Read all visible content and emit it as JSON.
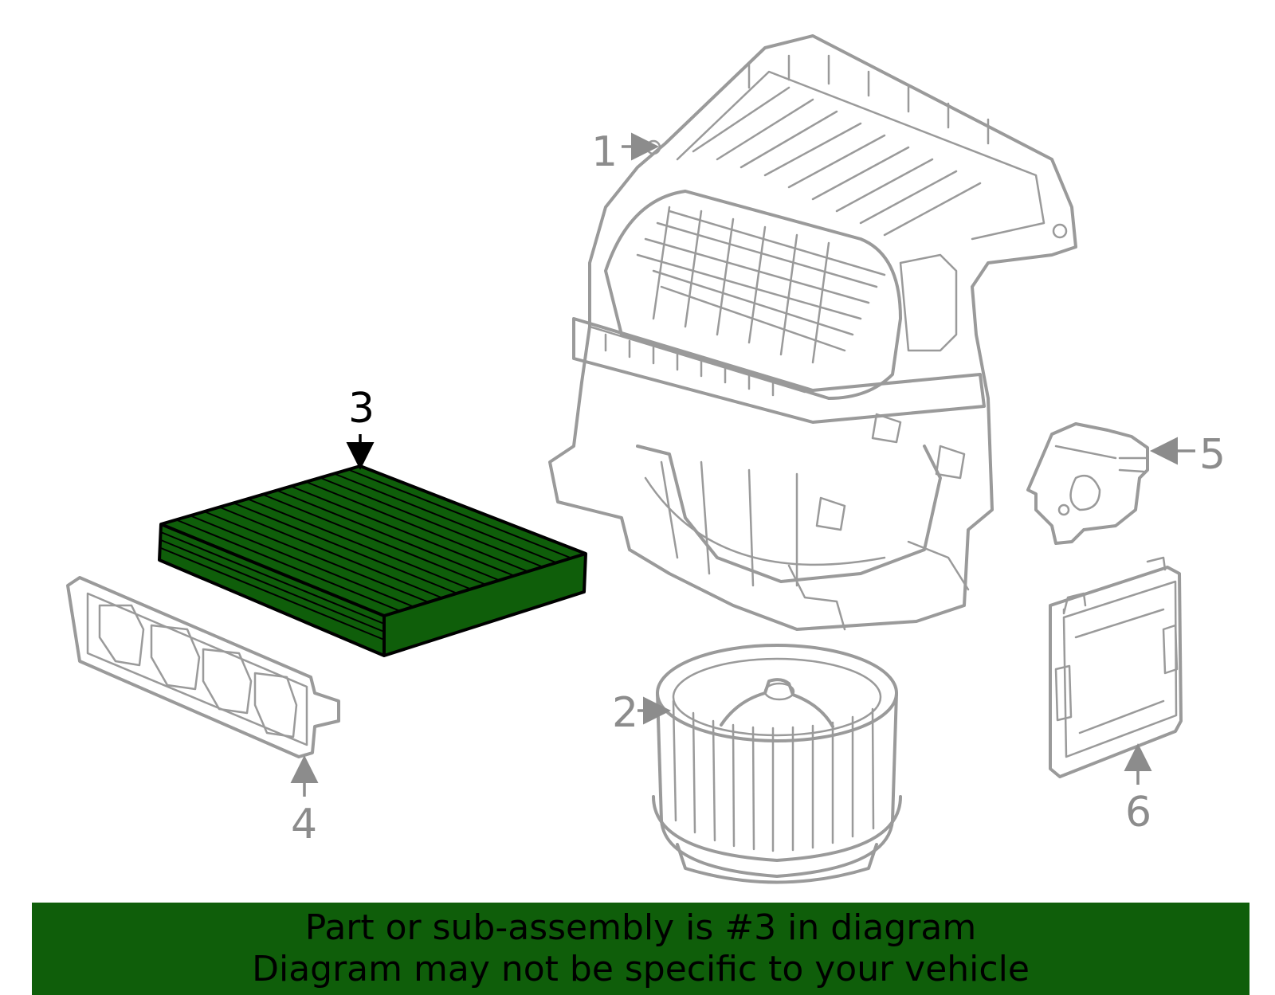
{
  "callouts": {
    "c1": "1",
    "c2": "2",
    "c3": "3",
    "c4": "4",
    "c5": "5",
    "c6": "6"
  },
  "highlight_part": "3",
  "colors": {
    "highlight_fill": "#0f5e0a",
    "part_stroke": "#9a9a9a",
    "callout_gray": "#8c8c8c",
    "banner_bg": "#0f5e0a"
  },
  "banner": {
    "line1": "Part or sub-assembly is #3 in diagram",
    "line2": "Diagram may not be specific to your vehicle"
  }
}
